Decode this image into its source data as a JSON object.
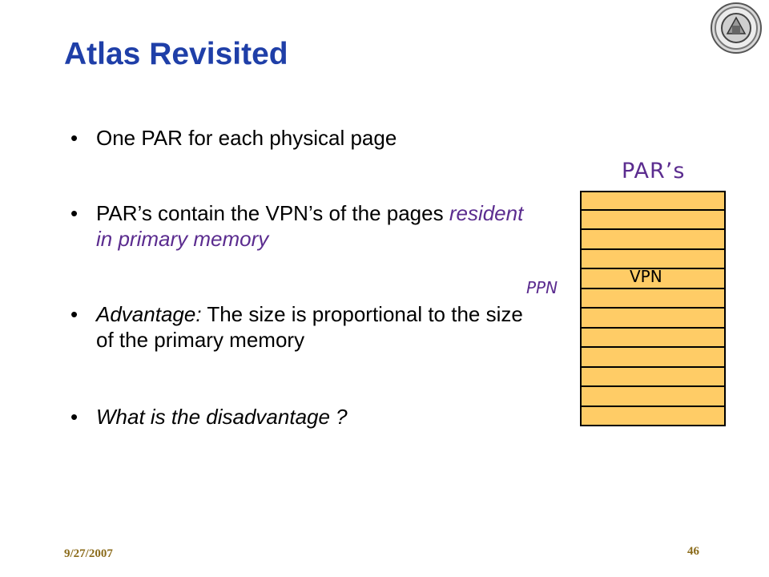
{
  "slide": {
    "title": "Atlas Revisited",
    "bullets": [
      {
        "text": "One PAR for each physical page"
      },
      {
        "text_plain": "PAR’s contain the VPN’s of the pages ",
        "text_highlight": "resident in primary memory"
      },
      {
        "text_italic": "Advantage:",
        "text_rest": " The size is proportional to the size of the primary memory"
      },
      {
        "text": "What is the disadvantage ?"
      }
    ],
    "bullet_symbol": "•"
  },
  "diagram": {
    "header": "PAR’s",
    "side_label": "PPN",
    "cell_label": "VPN",
    "row_count": 12,
    "highlight_row_index": 4,
    "cell_color": "#ffcc66"
  },
  "footer": {
    "date": "9/27/2007",
    "page_number": "46"
  },
  "colors": {
    "title": "#1f3fa8",
    "accent_purple": "#5b2c8f",
    "footer": "#8b6b1a"
  }
}
